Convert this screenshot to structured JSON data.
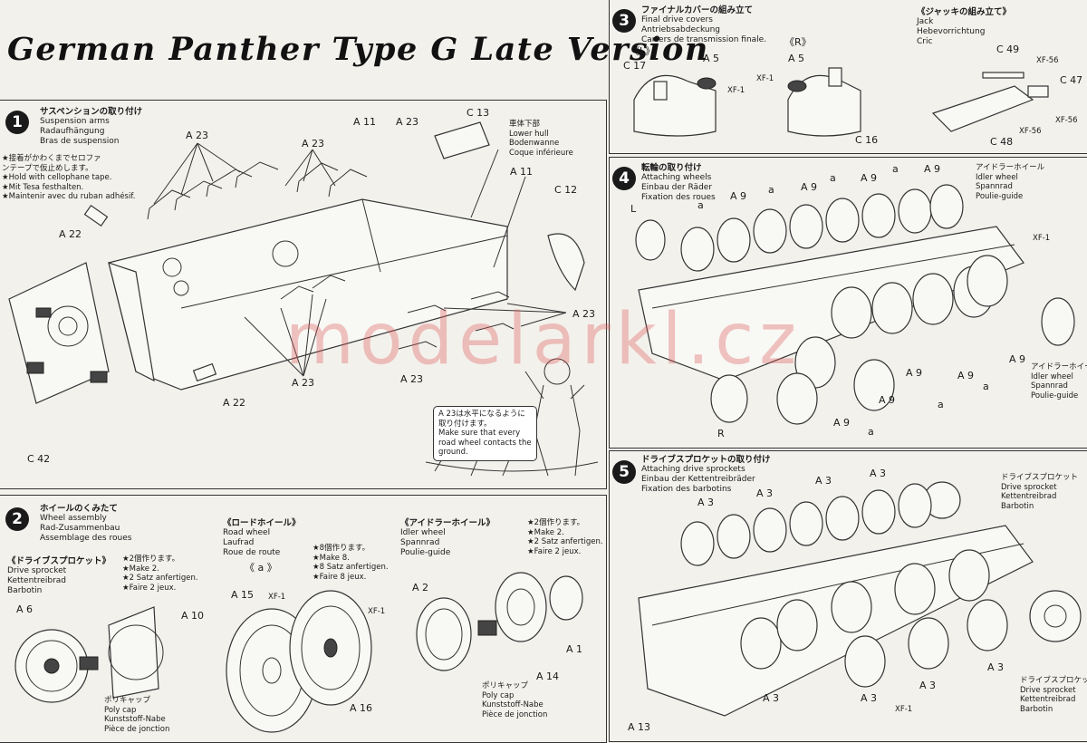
{
  "title": "German Panther Type G Late Version",
  "watermark": "modelarkl.cz",
  "step1": {
    "num": "1",
    "header": [
      "サスペンションの取り付け",
      "Suspension arms",
      "Radaufhängung",
      "Bras de suspension"
    ],
    "notes": [
      "★接着がかわくまでセロファ",
      "ンテープで仮止めします。",
      "★Hold with cellophane tape.",
      "★Mit Tesa festhalten.",
      "★Maintenir avec du ruban adhésif."
    ],
    "hull_label": [
      "車体下部",
      "Lower hull",
      "Bodenwanne",
      "Coque inférieure"
    ],
    "parts": {
      "a23_1": "A 23",
      "a23_2": "A 23",
      "a23_3": "A 23",
      "a23_4": "A 23",
      "a23_5": "A 23",
      "a23_6": "A 23",
      "a11_1": "A 11",
      "a11_2": "A 11",
      "c13": "C 13",
      "c12": "C 12",
      "a22_1": "A 22",
      "a22_2": "A 22",
      "c42": "C 42"
    },
    "bubble": [
      "A 23は水平になるように",
      "取り付けます。",
      "Make sure that every",
      "road wheel contacts the",
      "ground."
    ]
  },
  "step2": {
    "num": "2",
    "header": [
      "ホイールのくみたて",
      "Wheel assembly",
      "Rad-Zusammenbau",
      "Assemblage des roues"
    ],
    "drive": {
      "title": [
        "《ドライブスプロケット》",
        "Drive sprocket",
        "Kettentreibrad",
        "Barbotin"
      ],
      "note": [
        "★2個作ります。",
        "★Make 2.",
        "★2 Satz anfertigen.",
        "★Faire 2 jeux."
      ],
      "a6": "A 6",
      "a10": "A 10",
      "cap": [
        "ポリキャップ",
        "Poly cap",
        "Kunststoff-Nabe",
        "Pièce de jonction"
      ]
    },
    "road": {
      "title": [
        "《ロードホイール》",
        "Road wheel",
        "Laufrad",
        "Roue de route"
      ],
      "sub": "《 a 》",
      "note": [
        "★8個作ります。",
        "★Make 8.",
        "★8 Satz anfertigen.",
        "★Faire 8 jeux."
      ],
      "a15": "A 15",
      "a16": "A 16",
      "xf1a": "XF-1",
      "xf1b": "XF-1"
    },
    "idler": {
      "title": [
        "《アイドラーホイール》",
        "Idler wheel",
        "Spannrad",
        "Poulie-guide"
      ],
      "note": [
        "★2個作ります。",
        "★Make 2.",
        "★2 Satz anfertigen.",
        "★Faire 2 jeux."
      ],
      "a2": "A 2",
      "a1": "A 1",
      "a14": "A 14",
      "cap": [
        "ポリキャップ",
        "Poly cap",
        "Kunststoff-Nabe",
        "Pièce de jonction"
      ]
    }
  },
  "step3": {
    "num": "3",
    "header": [
      "ファイナルカバーの組み立て",
      "Final drive covers",
      "Antriebsabdeckung",
      "Carters de transmission finale."
    ],
    "left": "《L》",
    "right": "《R》",
    "parts": {
      "c17": "C 17",
      "a5a": "A 5",
      "a5b": "A 5",
      "xf1a": "XF-1",
      "xf1b": "XF-1",
      "c16": "C 16"
    },
    "jack": {
      "header": [
        "《ジャッキの組み立て》",
        "Jack",
        "Hebevorrichtung",
        "Cric"
      ],
      "c49": "C 49",
      "xf56a": "XF-56",
      "c47": "C 47",
      "xf56b": "XF-56",
      "xf56c": "XF-56",
      "c48": "C 48"
    }
  },
  "step4": {
    "num": "4",
    "header": [
      "転輪の取り付け",
      "Attaching wheels",
      "Einbau der Räder",
      "Fixation des roues"
    ],
    "idler_a": [
      "アイドラーホイール",
      "Idler wheel",
      "Spannrad",
      "Poulie-guide"
    ],
    "idler_b": [
      "アイドラーホイール",
      "Idler wheel",
      "Spannrad",
      "Poulie-guide"
    ],
    "parts": {
      "L": "L",
      "R": "R",
      "xf1": "XF-1",
      "a9": "A 9",
      "a": "a"
    }
  },
  "step5": {
    "num": "5",
    "header": [
      "ドライブスプロケットの取り付け",
      "Attaching drive sprockets",
      "Einbau der Kettentreibräder",
      "Fixation des barbotins"
    ],
    "sprocket_a": [
      "ドライブスプロケット",
      "Drive sprocket",
      "Kettentreibrad",
      "Barbotin"
    ],
    "sprocket_b": [
      "ドライブスプロケット",
      "Drive sprocket",
      "Kettentreibrad",
      "Barbotin"
    ],
    "parts": {
      "a3": "A 3",
      "a13": "A 13",
      "xf1": "XF-1"
    }
  }
}
